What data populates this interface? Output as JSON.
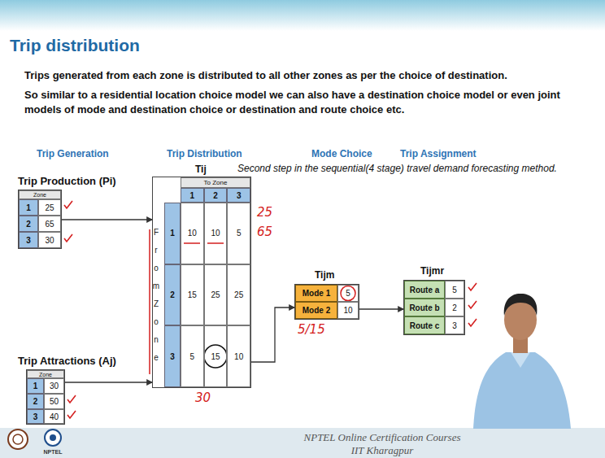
{
  "diagram": {
    "title": "Trip distribution",
    "nodes": [
      {
        "text": [
          "Trip Production (Pi)"
        ]
      },
      {
        "text": [
          "Trip Attractions (Aj)"
        ]
      },
      {
        "text": [
          "Tij"
        ]
      },
      {
        "text": [
          "Tijm"
        ]
      },
      {
        "text": [
          "Tijmr"
        ]
      }
    ],
    "edges": [
      {
        "from": 0,
        "to": 2,
        "arrow": "to"
      },
      {
        "from": 1,
        "to": 2,
        "arrow": "to"
      },
      {
        "from": 2,
        "to": 3,
        "arrow": "to"
      },
      {
        "from": 3,
        "to": 4,
        "arrow": "to"
      }
    ],
    "labels": [
      "Trips generated from each zone is distributed to all other zones as per the choice of destination.",
      "So similar to a residential location choice model we can also have a destination choice model or even joint models of mode and destination choice or destination and route choice etc.",
      "Trip Generation",
      "Trip Distribution",
      "Mode Choice",
      "Trip Assignment",
      "Second step in the sequential(4 stage) travel demand forecasting method.",
      "Zone",
      "1",
      "25",
      "2",
      "65",
      "3",
      "30",
      "Zone",
      "1",
      "30",
      "2",
      "50",
      "3",
      "40",
      "To Zone",
      "1",
      "2",
      "3",
      "From Zone",
      "1",
      "10",
      "10",
      "5",
      "2",
      "15",
      "25",
      "25",
      "3",
      "5",
      "15",
      "10",
      "Mode 1",
      "5",
      "Mode 2",
      "10",
      "Route a",
      "5",
      "Route b",
      "2",
      "Route c",
      "3",
      "25",
      "65",
      "30",
      "5/15",
      "NPTEL Online Certification Courses",
      "IIT Kharagpur",
      "NPTEL"
    ]
  }
}
